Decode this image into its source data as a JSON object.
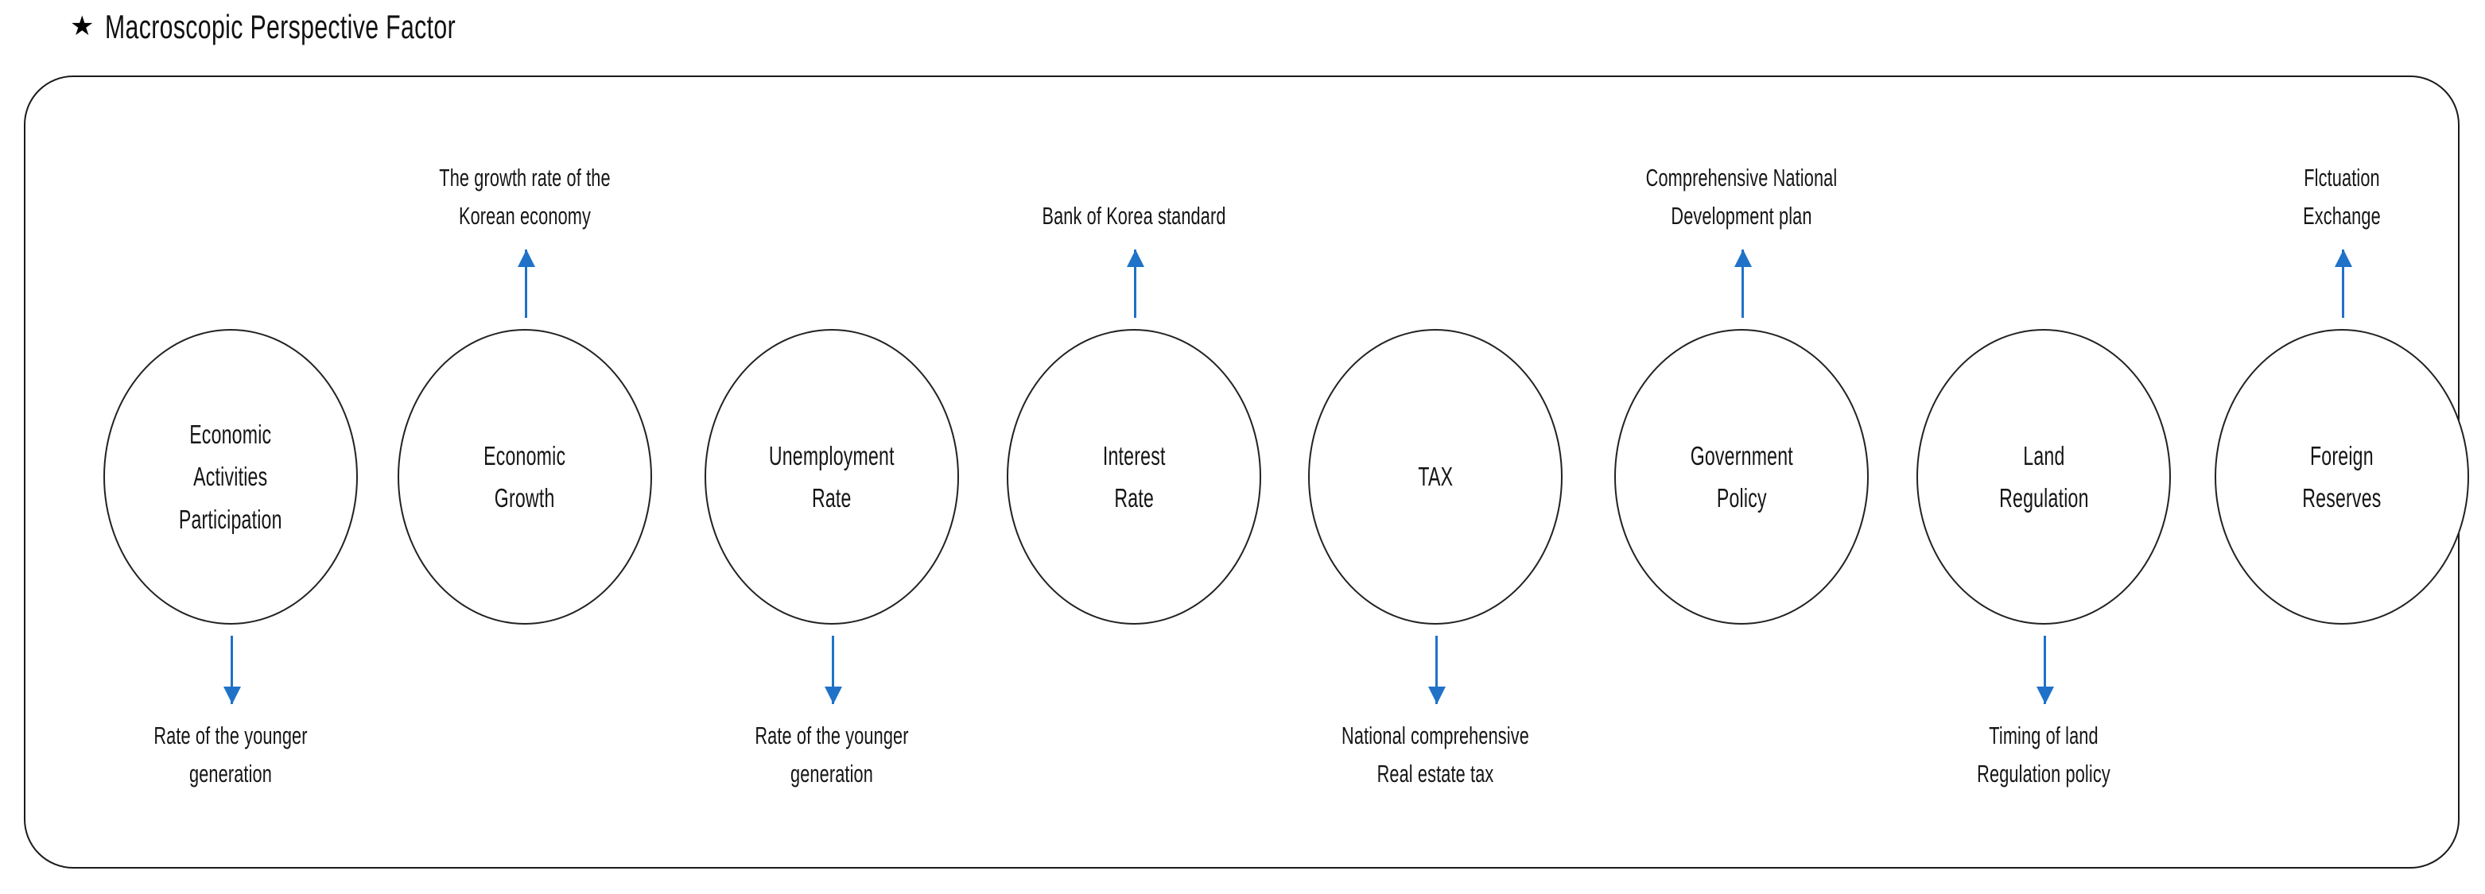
{
  "header": {
    "bullet_icon": "star-icon",
    "bullet_glyph": "★",
    "title": "Macroscopic Perspective Factor"
  },
  "theme": {
    "arrow_color": "#1F72C8",
    "outline_color": "#222222",
    "text_color": "#151515",
    "background": "#FFFFFF"
  },
  "diagram": {
    "type": "node-annotation-row",
    "node_count": 8,
    "container_shape": "rounded-rectangle",
    "nodes": [
      {
        "id": "economic-activities-participation",
        "label": "Economic\nActivities\nParticipation",
        "caption": "Rate of the younger\ngeneration",
        "caption_position": "below",
        "arrow_direction": "down"
      },
      {
        "id": "economic-growth",
        "label": "Economic\nGrowth",
        "caption": "The growth rate of the\nKorean economy",
        "caption_position": "above",
        "arrow_direction": "up"
      },
      {
        "id": "unemployment-rate",
        "label": "Unemployment\nRate",
        "caption": "Rate of the younger\ngeneration",
        "caption_position": "below",
        "arrow_direction": "down"
      },
      {
        "id": "interest-rate",
        "label": "Interest\nRate",
        "caption": "Bank of Korea standard",
        "caption_position": "above",
        "arrow_direction": "up"
      },
      {
        "id": "tax",
        "label": "TAX",
        "caption": "National comprehensive\nReal estate tax",
        "caption_position": "below",
        "arrow_direction": "down"
      },
      {
        "id": "government-policy",
        "label": "Government\nPolicy",
        "caption": "Comprehensive National\nDevelopment plan",
        "caption_position": "above",
        "arrow_direction": "up"
      },
      {
        "id": "land-regulation",
        "label": "Land\nRegulation",
        "caption": "Timing of land\nRegulation policy",
        "caption_position": "below",
        "arrow_direction": "down"
      },
      {
        "id": "foreign-reserves",
        "label": "Foreign\nReserves",
        "caption": "Flctuation\nExchange",
        "caption_position": "above",
        "arrow_direction": "up"
      }
    ]
  }
}
